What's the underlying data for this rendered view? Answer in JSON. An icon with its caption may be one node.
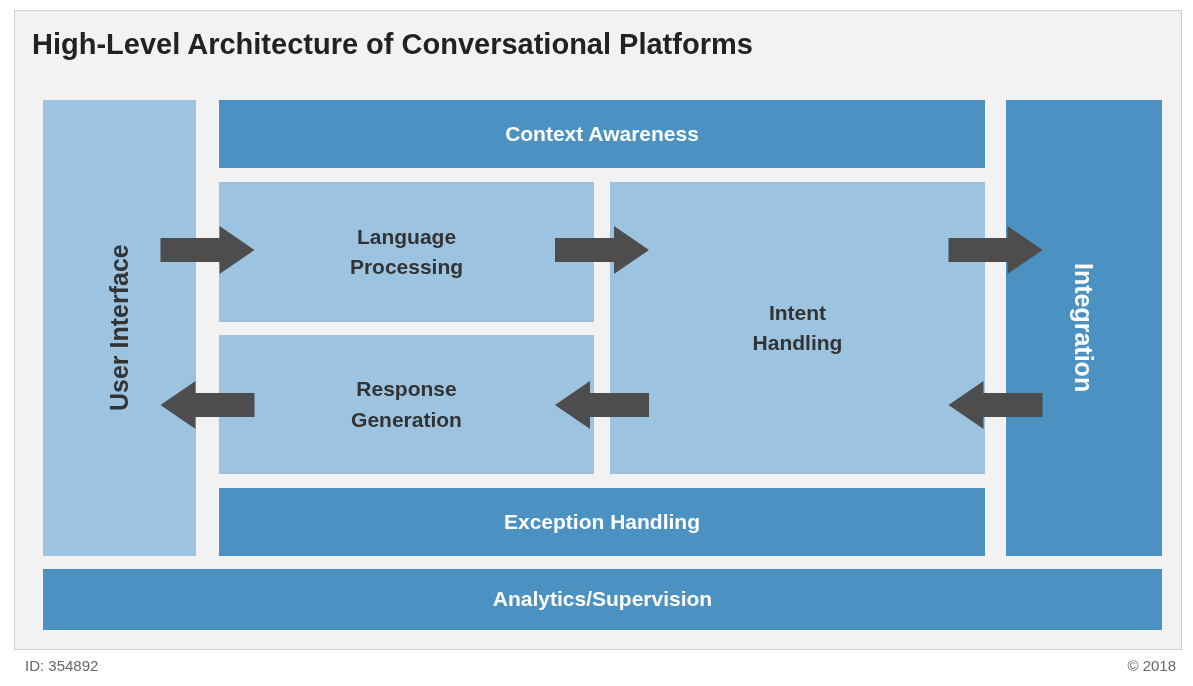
{
  "diagram": {
    "title": "High-Level Architecture of Conversational Platforms",
    "nodes": [
      {
        "text": [
          "User Interface"
        ]
      },
      {
        "text": [
          "Context Awareness"
        ]
      },
      {
        "text": [
          "Language Processing"
        ]
      },
      {
        "text": [
          "Intent Handling"
        ]
      },
      {
        "text": [
          "Response Generation"
        ]
      },
      {
        "text": [
          "Integration"
        ]
      },
      {
        "text": [
          "Exception Handling"
        ]
      },
      {
        "text": [
          "Analytics/Supervision"
        ]
      }
    ],
    "edges": [
      {
        "from": 0,
        "to": 2,
        "arrow": "to"
      },
      {
        "from": 2,
        "to": 3,
        "arrow": "to"
      },
      {
        "from": 3,
        "to": 5,
        "arrow": "to"
      },
      {
        "from": 5,
        "to": 3,
        "arrow": "to"
      },
      {
        "from": 3,
        "to": 4,
        "arrow": "to"
      },
      {
        "from": 4,
        "to": 0,
        "arrow": "to"
      }
    ],
    "labels": [
      "ID: 354892",
      "© 2018"
    ]
  }
}
